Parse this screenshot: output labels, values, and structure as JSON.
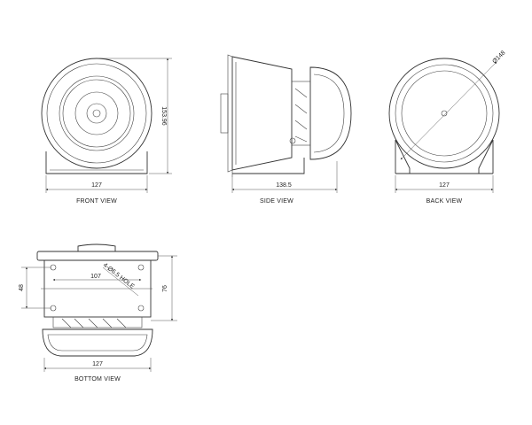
{
  "views": {
    "front": {
      "caption": "FRONT VIEW",
      "width_dim": "127",
      "height_dim": "153.96"
    },
    "side": {
      "caption": "SIDE VIEW",
      "depth_dim": "138.5"
    },
    "back": {
      "caption": "BACK VIEW",
      "width_dim": "127",
      "diameter_dim": "Ø148"
    },
    "bottom": {
      "caption": "BOTTOM VIEW",
      "width_dim": "127",
      "hole_spacing_dim": "107",
      "mount_height_dim": "48",
      "height_dim": "76",
      "hole_note": "4-Ø6.5 HOLE"
    }
  }
}
